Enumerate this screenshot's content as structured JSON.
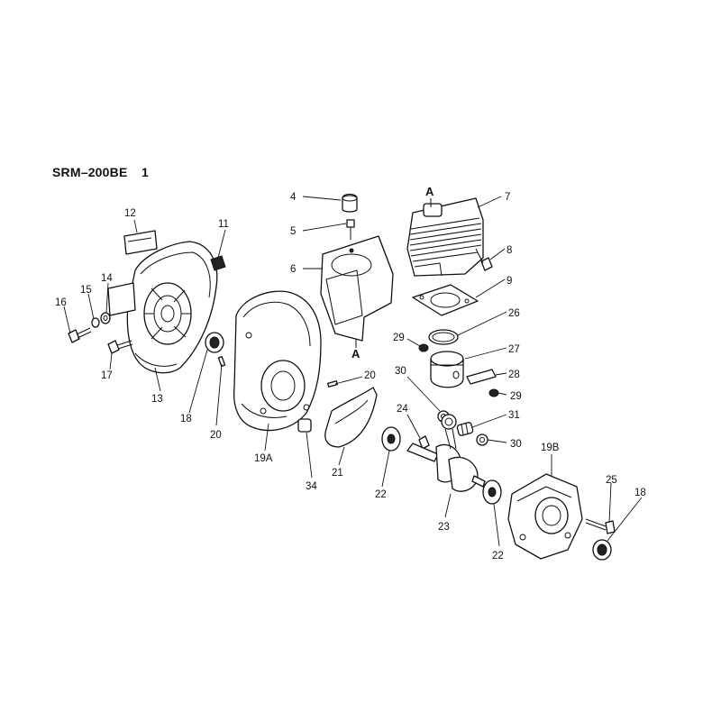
{
  "header": {
    "model": "SRM–200BE",
    "sheet": "1"
  },
  "section_marks": [
    "A",
    "A"
  ],
  "callouts": [
    "4",
    "5",
    "6",
    "7",
    "8",
    "9",
    "26",
    "29",
    "27",
    "28",
    "29",
    "30",
    "24",
    "31",
    "30",
    "12",
    "11",
    "16",
    "15",
    "14",
    "17",
    "13",
    "18",
    "20",
    "20",
    "19A",
    "21",
    "34",
    "22",
    "23",
    "22",
    "19B",
    "25",
    "18"
  ]
}
